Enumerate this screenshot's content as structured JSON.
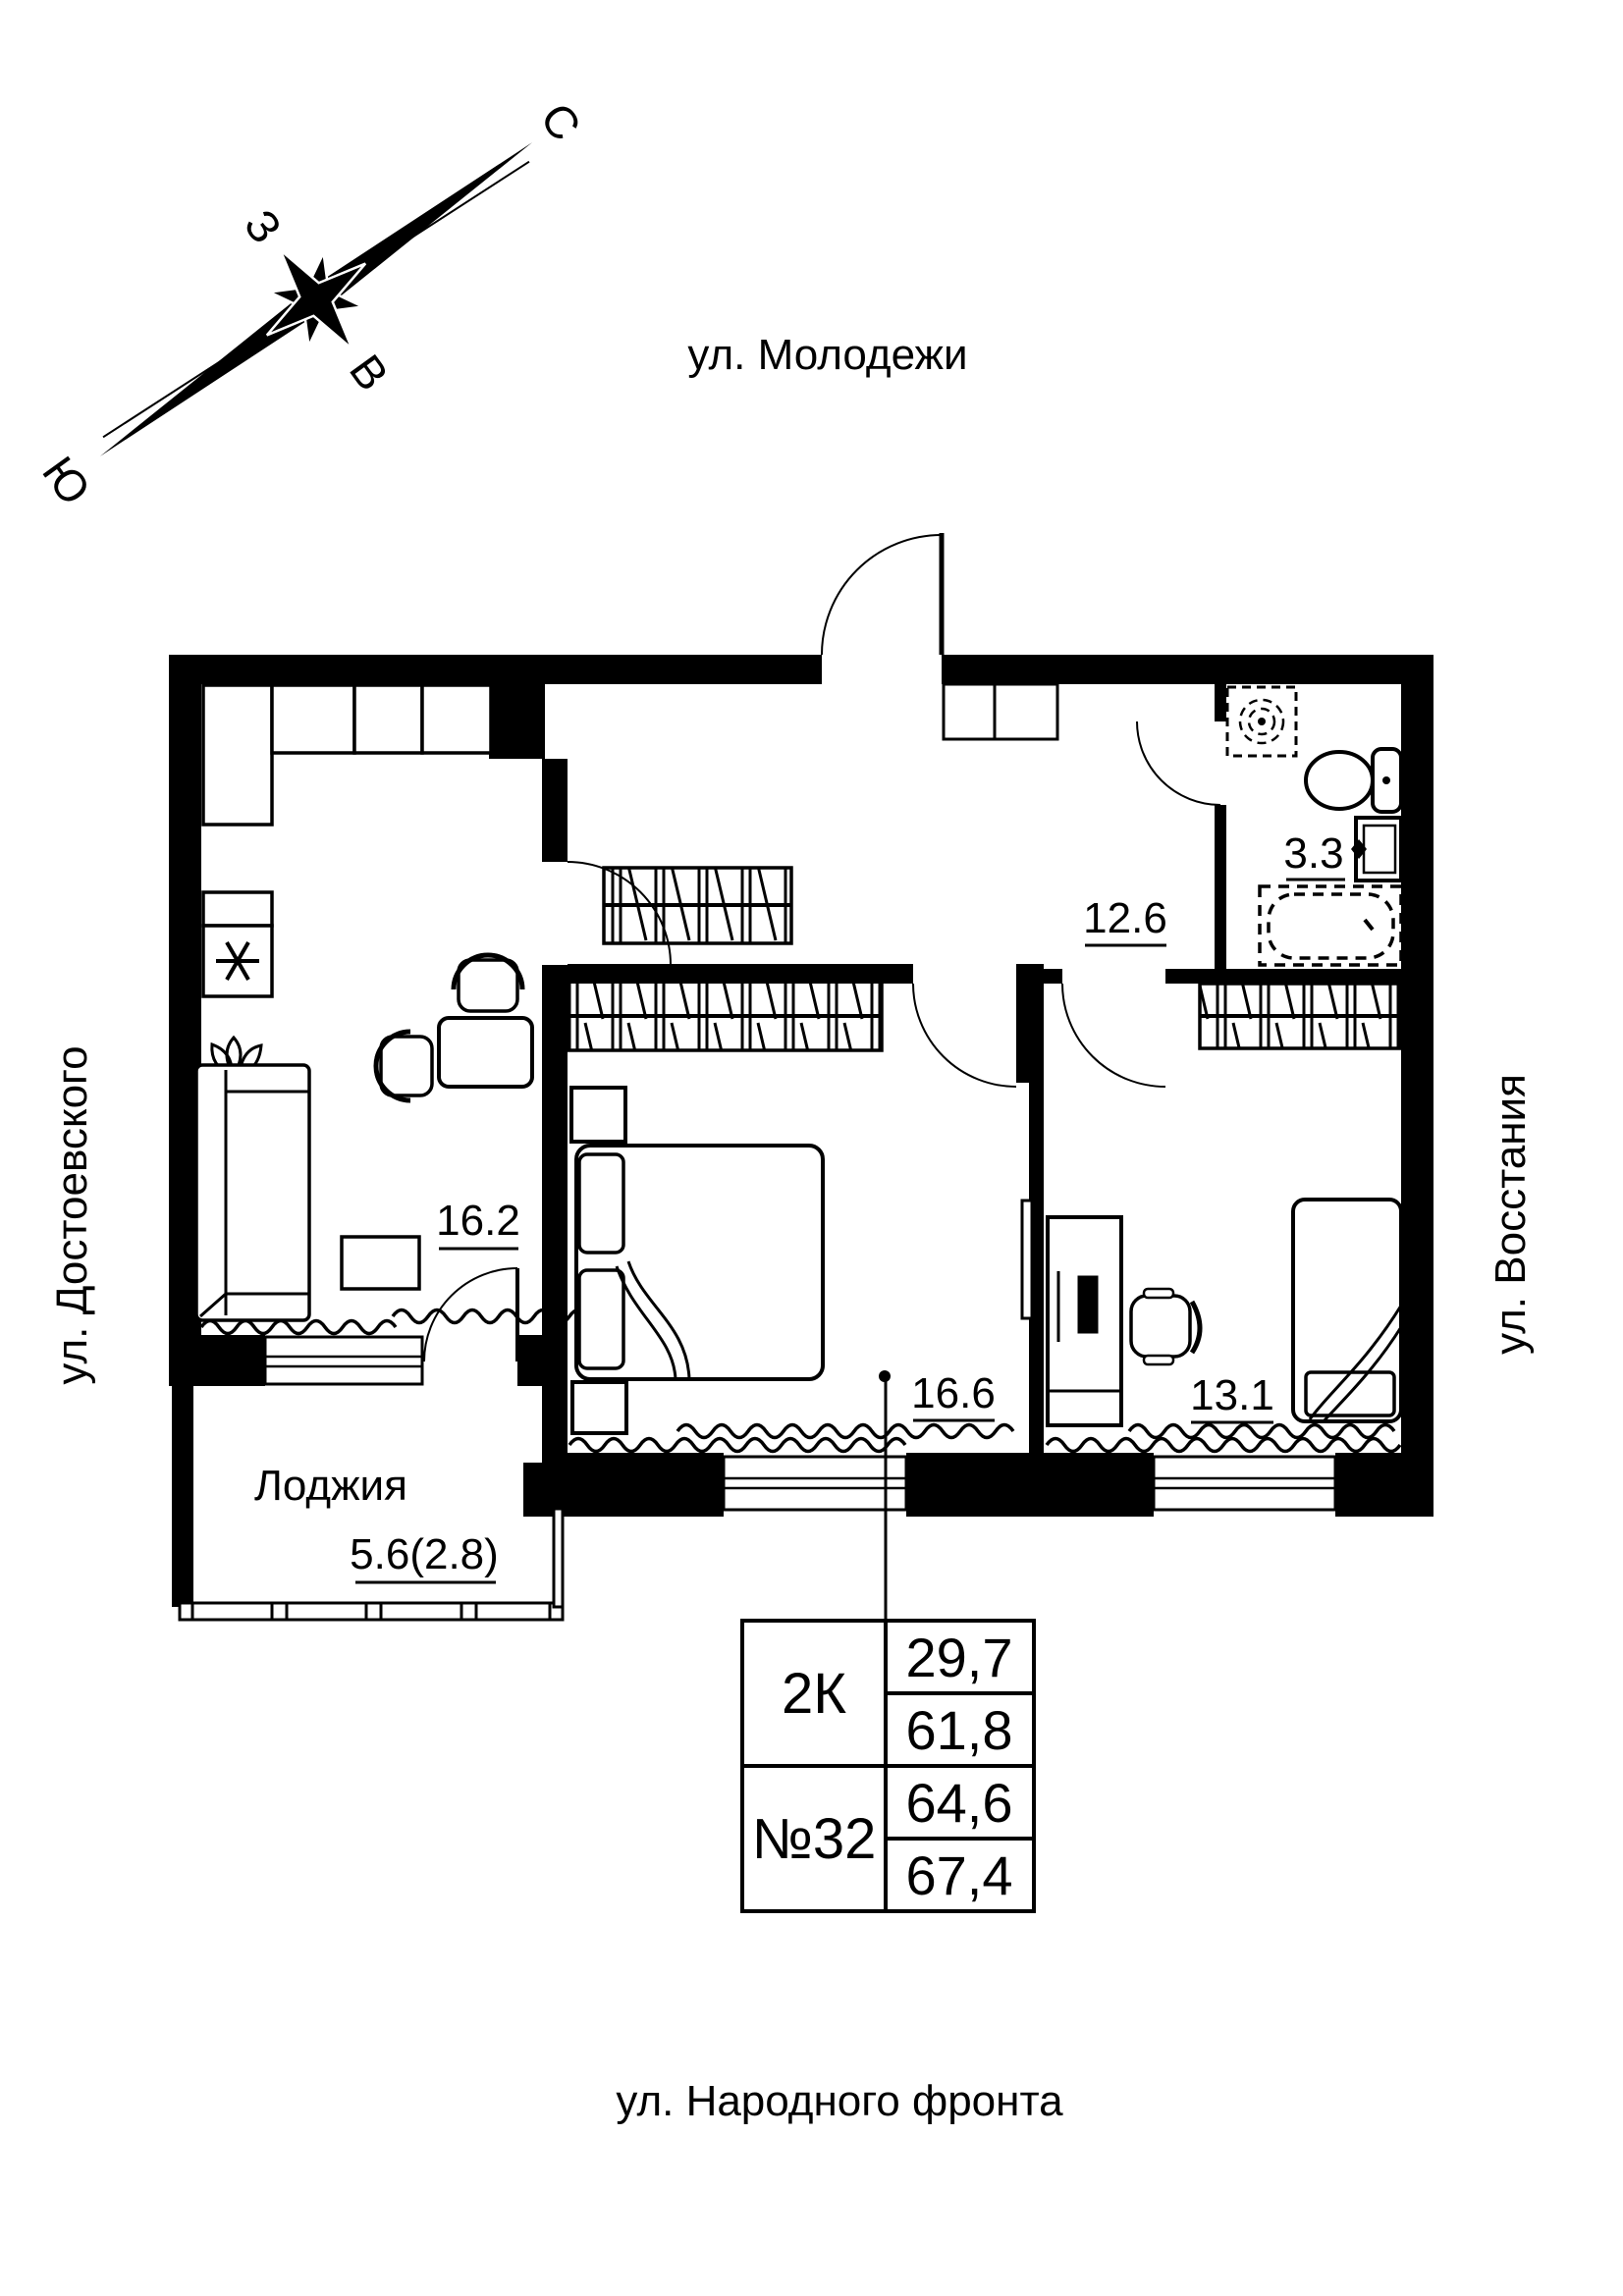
{
  "compass": {
    "letters": {
      "north": "С",
      "south": "Ю",
      "west": "З",
      "east": "В"
    }
  },
  "streets": {
    "top": "ул. Молодежи",
    "left": "ул. Достоевского",
    "right": "ул. Восстания",
    "bottom": "ул. Народного фронта"
  },
  "plan": {
    "rooms": [
      {
        "id": "kitchen-living",
        "area_label": "16.2"
      },
      {
        "id": "hallway",
        "area_label": "12.6"
      },
      {
        "id": "bathroom",
        "area_label": "3.3"
      },
      {
        "id": "bedroom-1",
        "area_label": "16.6"
      },
      {
        "id": "bedroom-2",
        "area_label": "13.1"
      },
      {
        "id": "loggia",
        "name_label": "Лоджия",
        "area_label": "5.6(2.8)"
      }
    ]
  },
  "info_table": {
    "apartment_type": "2К",
    "apartment_number": "№32",
    "values": [
      "29,7",
      "61,8",
      "64,6",
      "67,4"
    ]
  },
  "colors": {
    "line": "#000000",
    "background": "#ffffff"
  }
}
